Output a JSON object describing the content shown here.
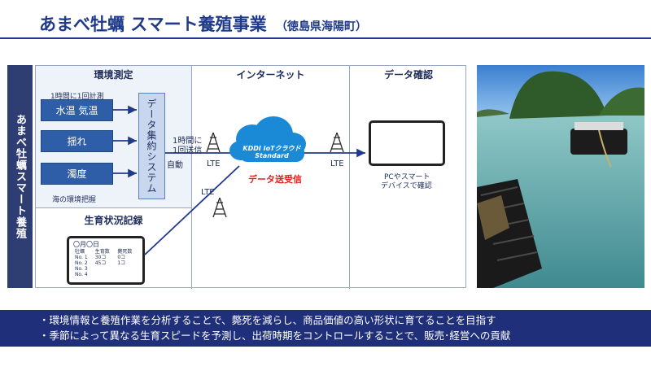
{
  "header": {
    "title": "あまべ牡蠣 スマート養殖事業",
    "subtitle": "（徳島県海陽町）"
  },
  "side_label": "あまべ牡蠣スマート養殖",
  "sections": {
    "env": "環境測定",
    "internet": "インターネット",
    "check": "データ確認",
    "growth": "生育状況記録"
  },
  "env": {
    "frequency": "1時間に1回計測",
    "sensors": [
      "水温 気温",
      "揺れ",
      "濁度"
    ],
    "caption": "海の環境把握",
    "system": "データ集約システム",
    "auto": "自動"
  },
  "internet": {
    "send_rate_1": "1時間に",
    "send_rate_2": "1回送信",
    "lte": "LTE",
    "cloud_line1": "KDDI IoTクラウド",
    "cloud_line2": "Standard",
    "data_send": "データ送受信"
  },
  "check": {
    "caption_1": "PCやスマート",
    "caption_2": "デバイスで確認"
  },
  "growth_record": {
    "date": "〇月〇日",
    "headers": [
      "牡蠣",
      "生育数",
      "斃死数"
    ],
    "rows": [
      [
        "No. 1",
        "30コ",
        "0コ"
      ],
      [
        "No. 2",
        "45コ",
        "1コ"
      ],
      [
        "No. 3",
        "",
        ""
      ],
      [
        "No. 4",
        "",
        ""
      ]
    ]
  },
  "bottom": {
    "line1": "・環境情報と養殖作業を分析することで、斃死を減らし、商品価値の高い形状に育てることを目指す",
    "line2": "・季節によって異なる生育スピードを予測し、出荷時期をコントロールすることで、販売･経営への貢献"
  },
  "colors": {
    "navy": "#1f2f7a",
    "sensor_blue": "#2f5ea8",
    "alert_red": "#e02020"
  }
}
